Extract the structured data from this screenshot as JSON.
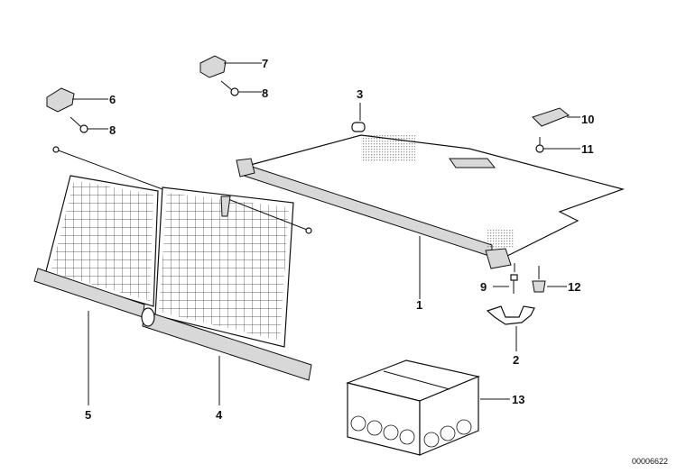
{
  "diagram": {
    "labels": {
      "p1": "1",
      "p2": "2",
      "p3": "3",
      "p4": "4",
      "p5": "5",
      "p6": "6",
      "p7": "7",
      "p8a": "8",
      "p8b": "8",
      "p9": "9",
      "p10": "10",
      "p11": "11",
      "p12": "12",
      "p13": "13"
    },
    "diagram_code": "00006622"
  }
}
